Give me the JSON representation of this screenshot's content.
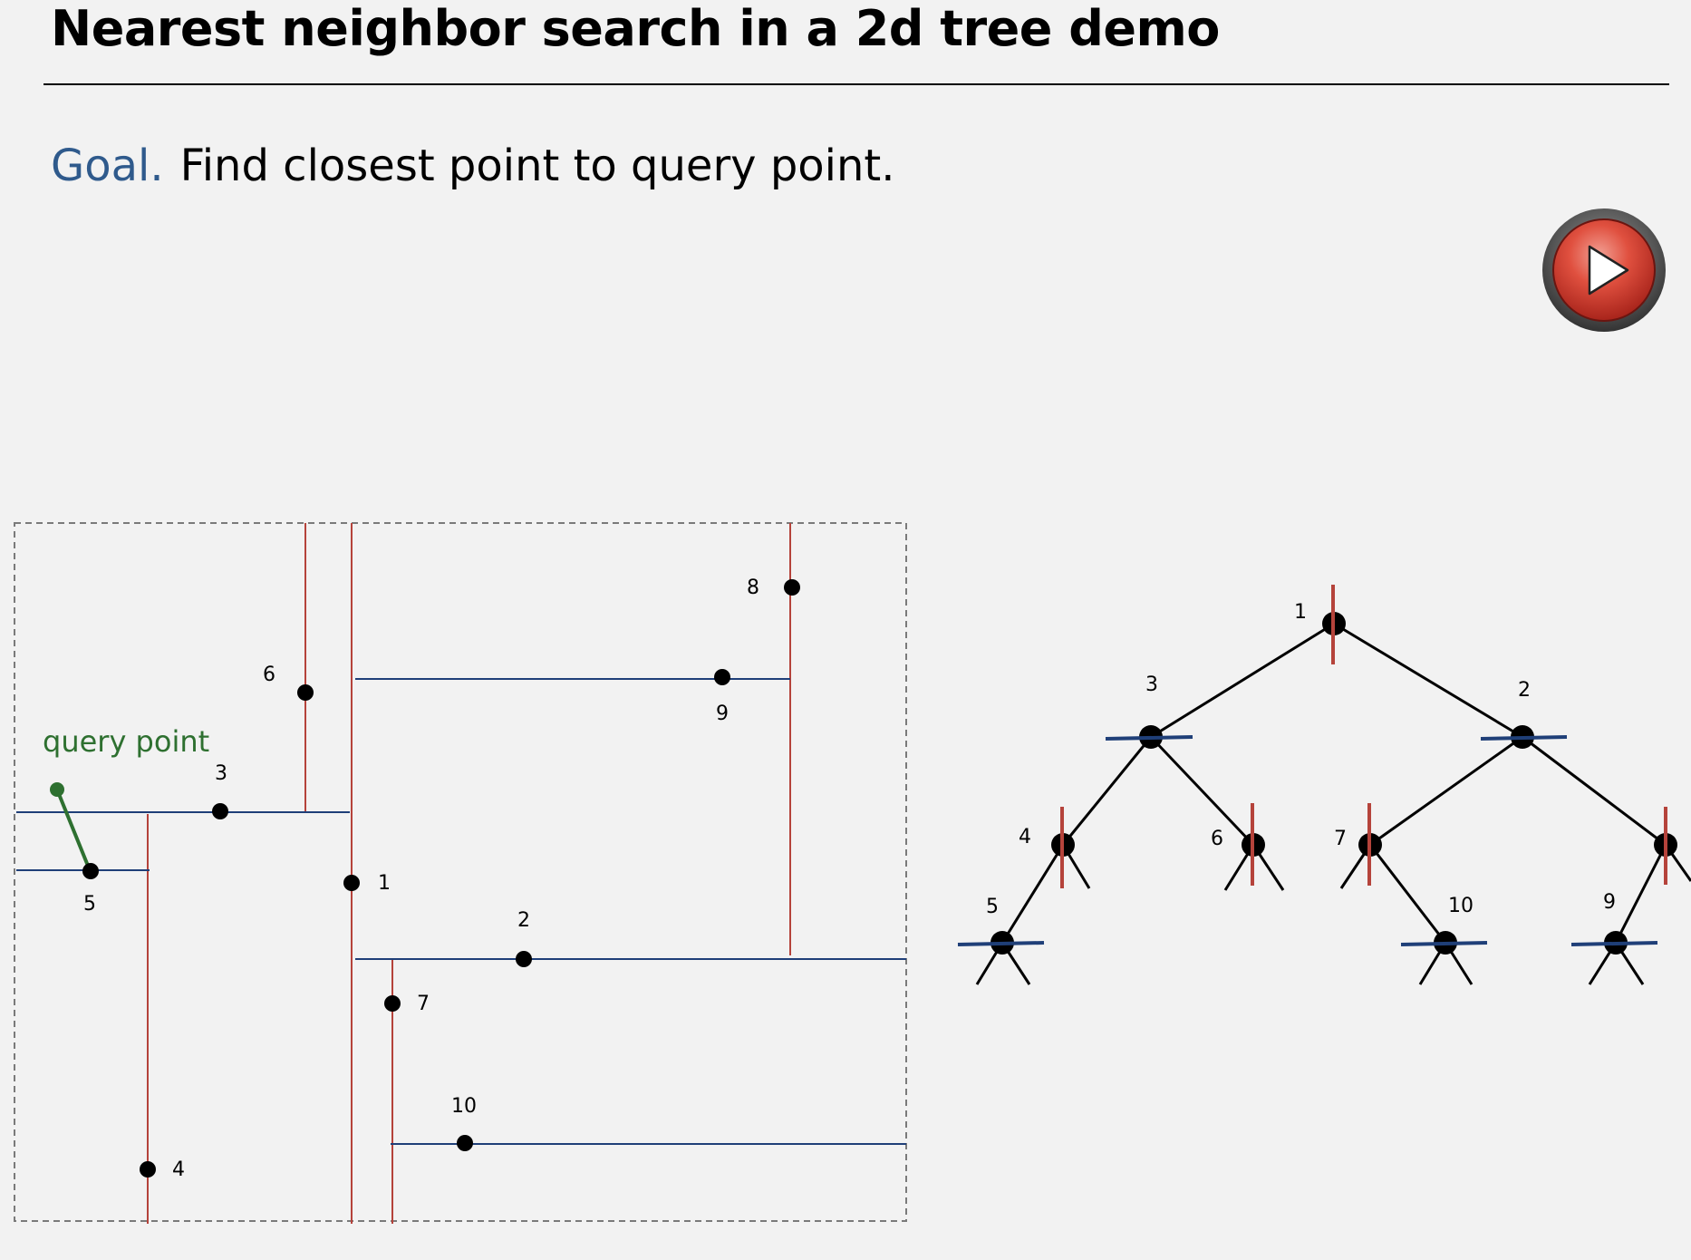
{
  "title": "Nearest neighbor search in a 2d tree demo",
  "goal": {
    "label": "Goal.",
    "text": "Find closest point to query point."
  },
  "play_button": {
    "icon": "play-icon",
    "color": "#d9362b"
  },
  "plane": {
    "query_label": "query point",
    "points": [
      {
        "id": "1",
        "label": "1"
      },
      {
        "id": "2",
        "label": "2"
      },
      {
        "id": "3",
        "label": "3"
      },
      {
        "id": "4",
        "label": "4"
      },
      {
        "id": "5",
        "label": "5"
      },
      {
        "id": "6",
        "label": "6"
      },
      {
        "id": "7",
        "label": "7"
      },
      {
        "id": "8",
        "label": "8"
      },
      {
        "id": "9",
        "label": "9"
      },
      {
        "id": "10",
        "label": "10"
      }
    ]
  },
  "tree": {
    "nodes": [
      {
        "id": "1",
        "label": "1",
        "split": "vertical"
      },
      {
        "id": "3",
        "label": "3",
        "split": "horizontal"
      },
      {
        "id": "2",
        "label": "2",
        "split": "horizontal"
      },
      {
        "id": "4",
        "label": "4",
        "split": "vertical"
      },
      {
        "id": "6",
        "label": "6",
        "split": "vertical"
      },
      {
        "id": "7",
        "label": "7",
        "split": "vertical"
      },
      {
        "id": "8",
        "label": "",
        "split": "vertical"
      },
      {
        "id": "5",
        "label": "5",
        "split": "horizontal"
      },
      {
        "id": "10",
        "label": "10",
        "split": "horizontal"
      },
      {
        "id": "9",
        "label": "9",
        "split": "horizontal"
      }
    ]
  },
  "colors": {
    "vertical_split": "#b5433b",
    "horizontal_split": "#1f3f78",
    "query": "#2e7030",
    "accent": "#2f5a8c"
  }
}
